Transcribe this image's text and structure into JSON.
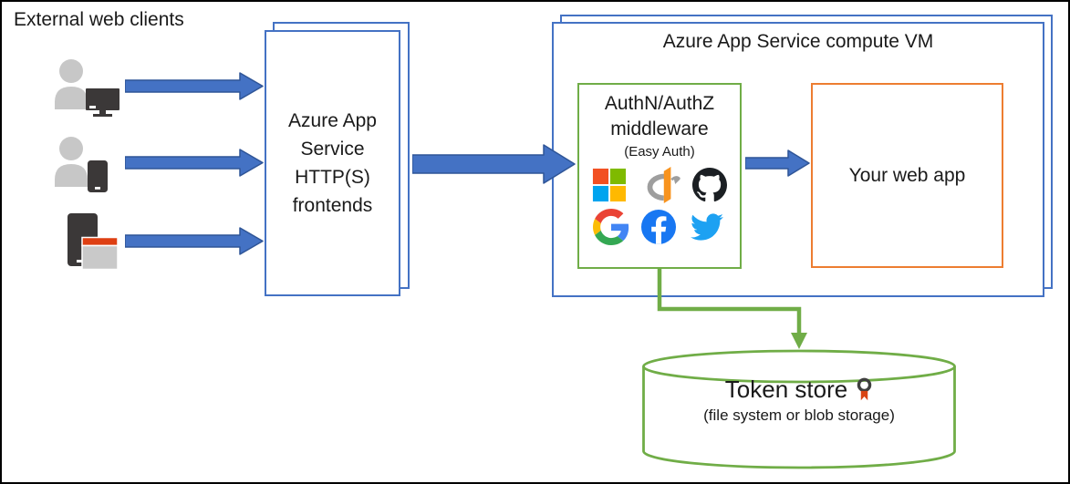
{
  "canvas": {
    "label_external_clients": "External web clients"
  },
  "clients": [
    {
      "name": "User with desktop computer"
    },
    {
      "name": "User with mobile phone"
    },
    {
      "name": "Device running app"
    }
  ],
  "frontends": {
    "lines": [
      "Azure App",
      "Service",
      "HTTP(S)",
      "frontends"
    ]
  },
  "compute_vm": {
    "title": "Azure App Service compute VM"
  },
  "middleware": {
    "line1": "AuthN/AuthZ",
    "line2": "middleware",
    "subtitle": "(Easy Auth)",
    "providers": [
      "Microsoft",
      "OpenID Connect",
      "GitHub",
      "Google",
      "Facebook",
      "Twitter"
    ]
  },
  "web_app": {
    "label": "Your web app"
  },
  "token_store": {
    "title": "Token store",
    "subtitle": "(file system or blob storage)"
  },
  "colors": {
    "blue": "#4472C4",
    "blue_dark": "#2F5597",
    "green": "#70AD47",
    "orange": "#ED7D31",
    "device_dark": "#3B3838",
    "person_gray": "#C7C7C7",
    "window_header_red": "#DE3F12"
  }
}
